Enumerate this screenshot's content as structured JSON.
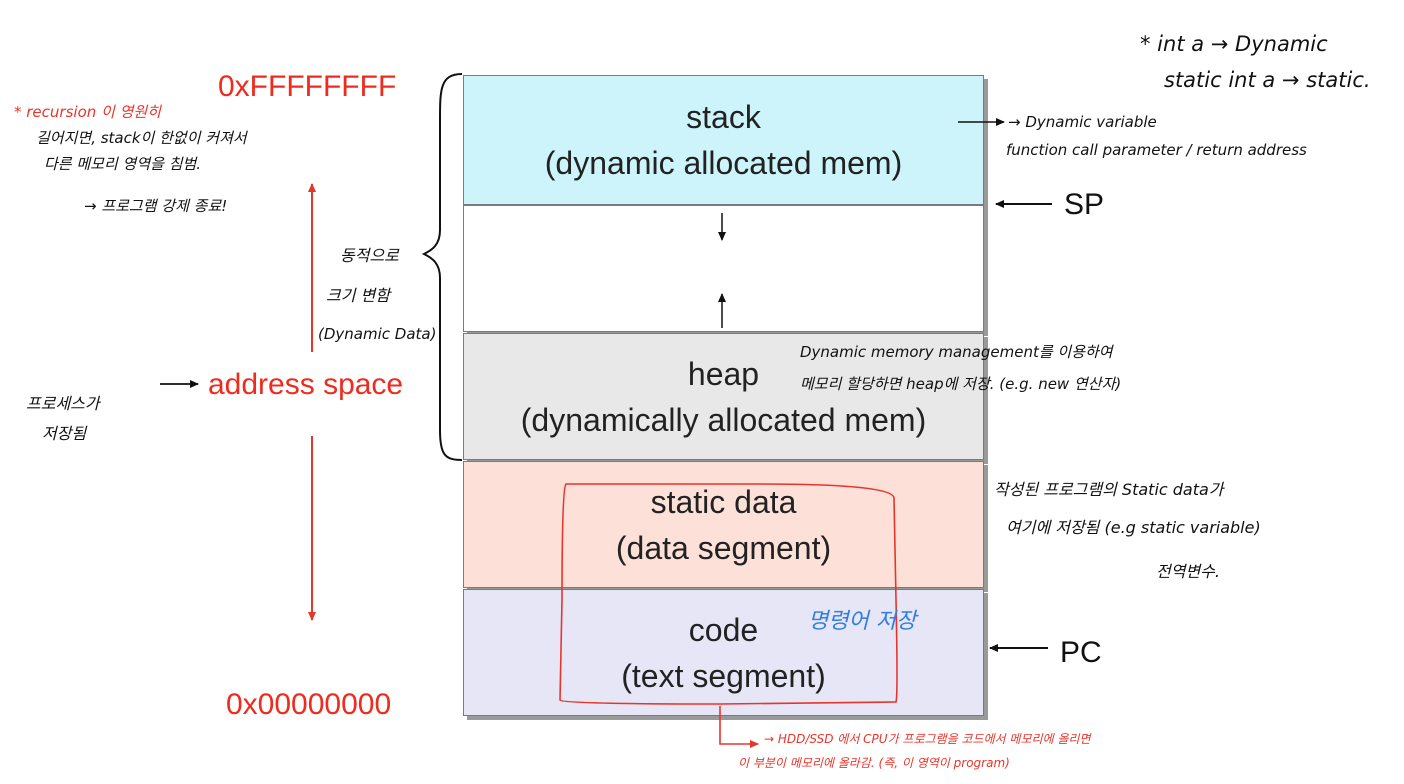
{
  "addresses": {
    "top": "0xFFFFFFFF",
    "bottom": "0x00000000",
    "label": "address space"
  },
  "segments": {
    "stack": {
      "title": "stack",
      "subtitle": "(dynamic allocated mem)"
    },
    "heap": {
      "title": "heap",
      "subtitle": "(dynamically allocated mem)"
    },
    "static": {
      "title": "static data",
      "subtitle": "(data segment)"
    },
    "code": {
      "title": "code",
      "subtitle": "(text segment)"
    }
  },
  "pointers": {
    "sp": "SP",
    "pc": "PC"
  },
  "annotations": {
    "top_right_line1": "* int a → Dynamic",
    "top_right_line2": "static int a → static.",
    "stack_note_line1": "→ Dynamic variable",
    "stack_note_line2": "function call parameter / return address",
    "recursion_line1": "* recursion 이 영원히",
    "recursion_line2": "길어지면, stack이 한없이 커져서",
    "recursion_line3": "다른 메모리 영역을 침범.",
    "recursion_line4": "→ 프로그램 강제 종료!",
    "dynamic_line1": "동적으로",
    "dynamic_line2": "크기 변함",
    "dynamic_line3": "(Dynamic Data)",
    "process_line1": "프로세스가",
    "process_line2": "저장됨",
    "heap_note_line1": "Dynamic memory management를 이용하여",
    "heap_note_line2": "메모리 할당하면 heap에 저장. (e.g. new 연산자)",
    "static_note_line1": "작성된 프로그램의 Static data가",
    "static_note_line2": "여기에 저장됨 (e.g static variable)",
    "static_note_line3": "전역변수.",
    "code_note": "명령어 저장",
    "bottom_note_line1": "→ HDD/SSD 에서 CPU가 프로그램을 코드에서 메모리에 올리면",
    "bottom_note_line2": "이 부분이 메모리에 올라감. (즉, 이 영역이 program)"
  },
  "colors": {
    "stack": "#cdf4fb",
    "heap": "#e8e8e8",
    "static": "#fde1d9",
    "code": "#e6e6f7",
    "accent_red": "#ef2b1f",
    "ink_blue": "#2f7ee0"
  }
}
